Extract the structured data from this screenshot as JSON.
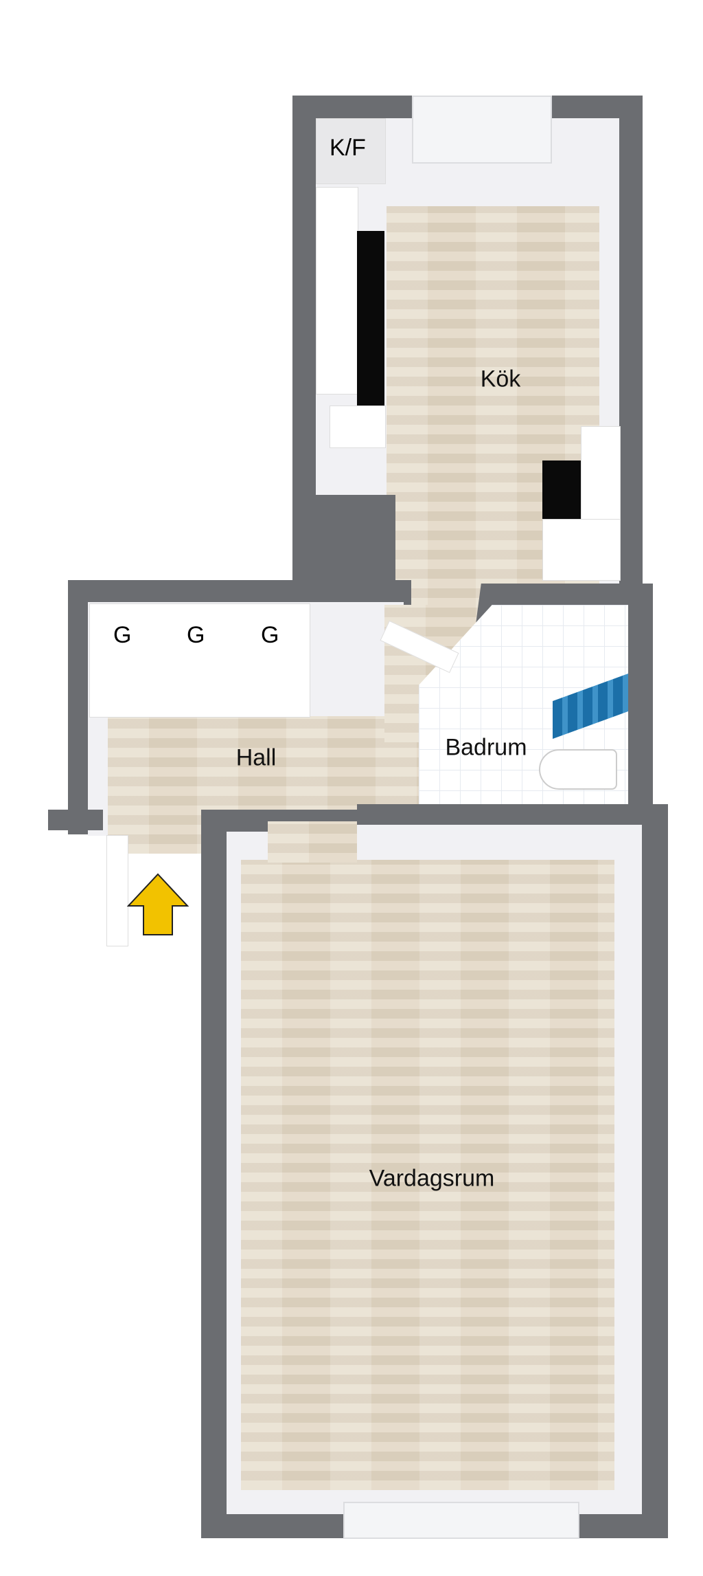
{
  "rooms": {
    "kitchen": "Kök",
    "hall": "Hall",
    "bathroom": "Badrum",
    "living_room": "Vardagsrum"
  },
  "fixtures": {
    "fridge_freezer": "K/F",
    "wardrobes": [
      "G",
      "G",
      "G"
    ]
  },
  "colors": {
    "wall": "#6b6d71",
    "floor": "#e4d9c6",
    "entrance_arrow": "#f2c200",
    "shower_curtain": "#1b6fa8"
  }
}
